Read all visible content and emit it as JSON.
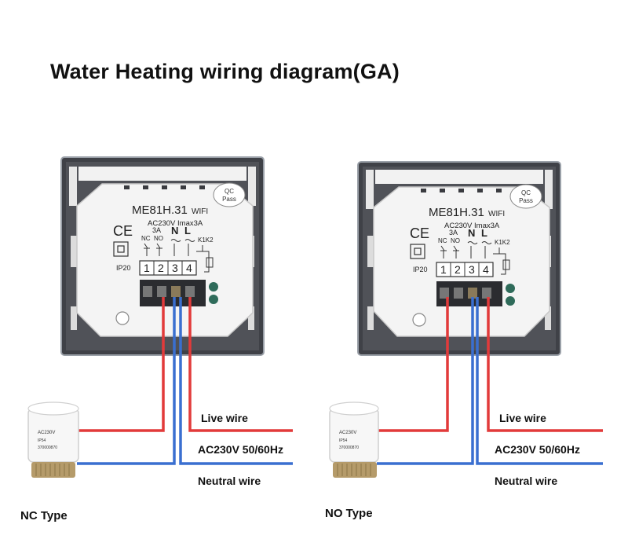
{
  "title": "Water Heating wiring diagram(GA)",
  "diagrams": [
    {
      "type_label": "NC Type",
      "thermostat": {
        "model": "ME81H.31",
        "model_suffix": "WIFI",
        "rating": "AC230V Imax3A",
        "current": "3A",
        "ce": "CE",
        "qc_line1": "QC",
        "qc_line2": "Pass",
        "ip": "IP20",
        "terminal_names": [
          "NC",
          "NO",
          "N",
          "L",
          "K1K2"
        ],
        "terminal_numbers": [
          "1",
          "2",
          "3",
          "4"
        ]
      },
      "actuator": {
        "line1": "AC230V",
        "line2": "IP54",
        "line3": "370000870"
      },
      "live_label": "Live wire",
      "supply_label": "AC230V 50/60Hz",
      "neutral_label": "Neutral wire"
    },
    {
      "type_label": "NO Type",
      "thermostat": {
        "model": "ME81H.31",
        "model_suffix": "WIFI",
        "rating": "AC230V Imax3A",
        "current": "3A",
        "ce": "CE",
        "qc_line1": "QC",
        "qc_line2": "Pass",
        "ip": "IP20",
        "terminal_names": [
          "NC",
          "NO",
          "N",
          "L",
          "K1K2"
        ],
        "terminal_numbers": [
          "1",
          "2",
          "3",
          "4"
        ]
      },
      "actuator": {
        "line1": "AC230V",
        "line2": "IP54",
        "line3": "370000870"
      },
      "live_label": "Live wire",
      "supply_label": "AC230V 50/60Hz",
      "neutral_label": "Neutral wire"
    }
  ]
}
